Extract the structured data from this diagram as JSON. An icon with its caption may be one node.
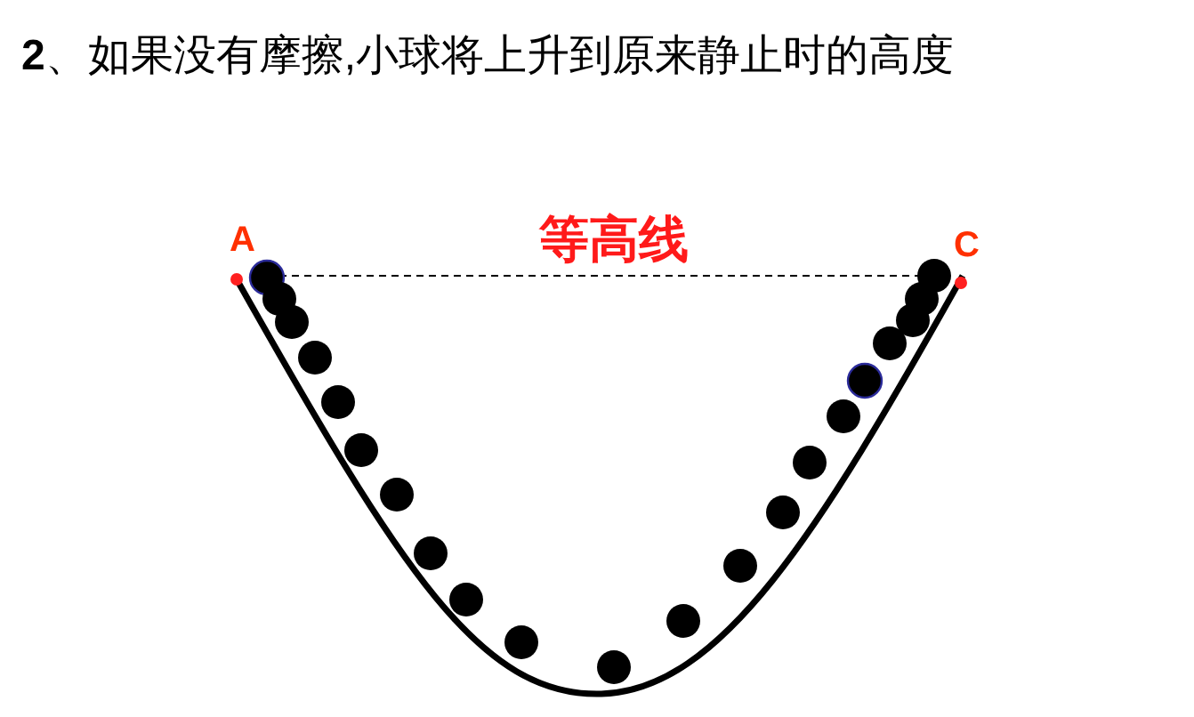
{
  "diagram": {
    "title": "**2**、如果没有摩擦,小球将上升到原来静止时的高度",
    "labels": [
      "A",
      "等高线",
      "C"
    ]
  }
}
